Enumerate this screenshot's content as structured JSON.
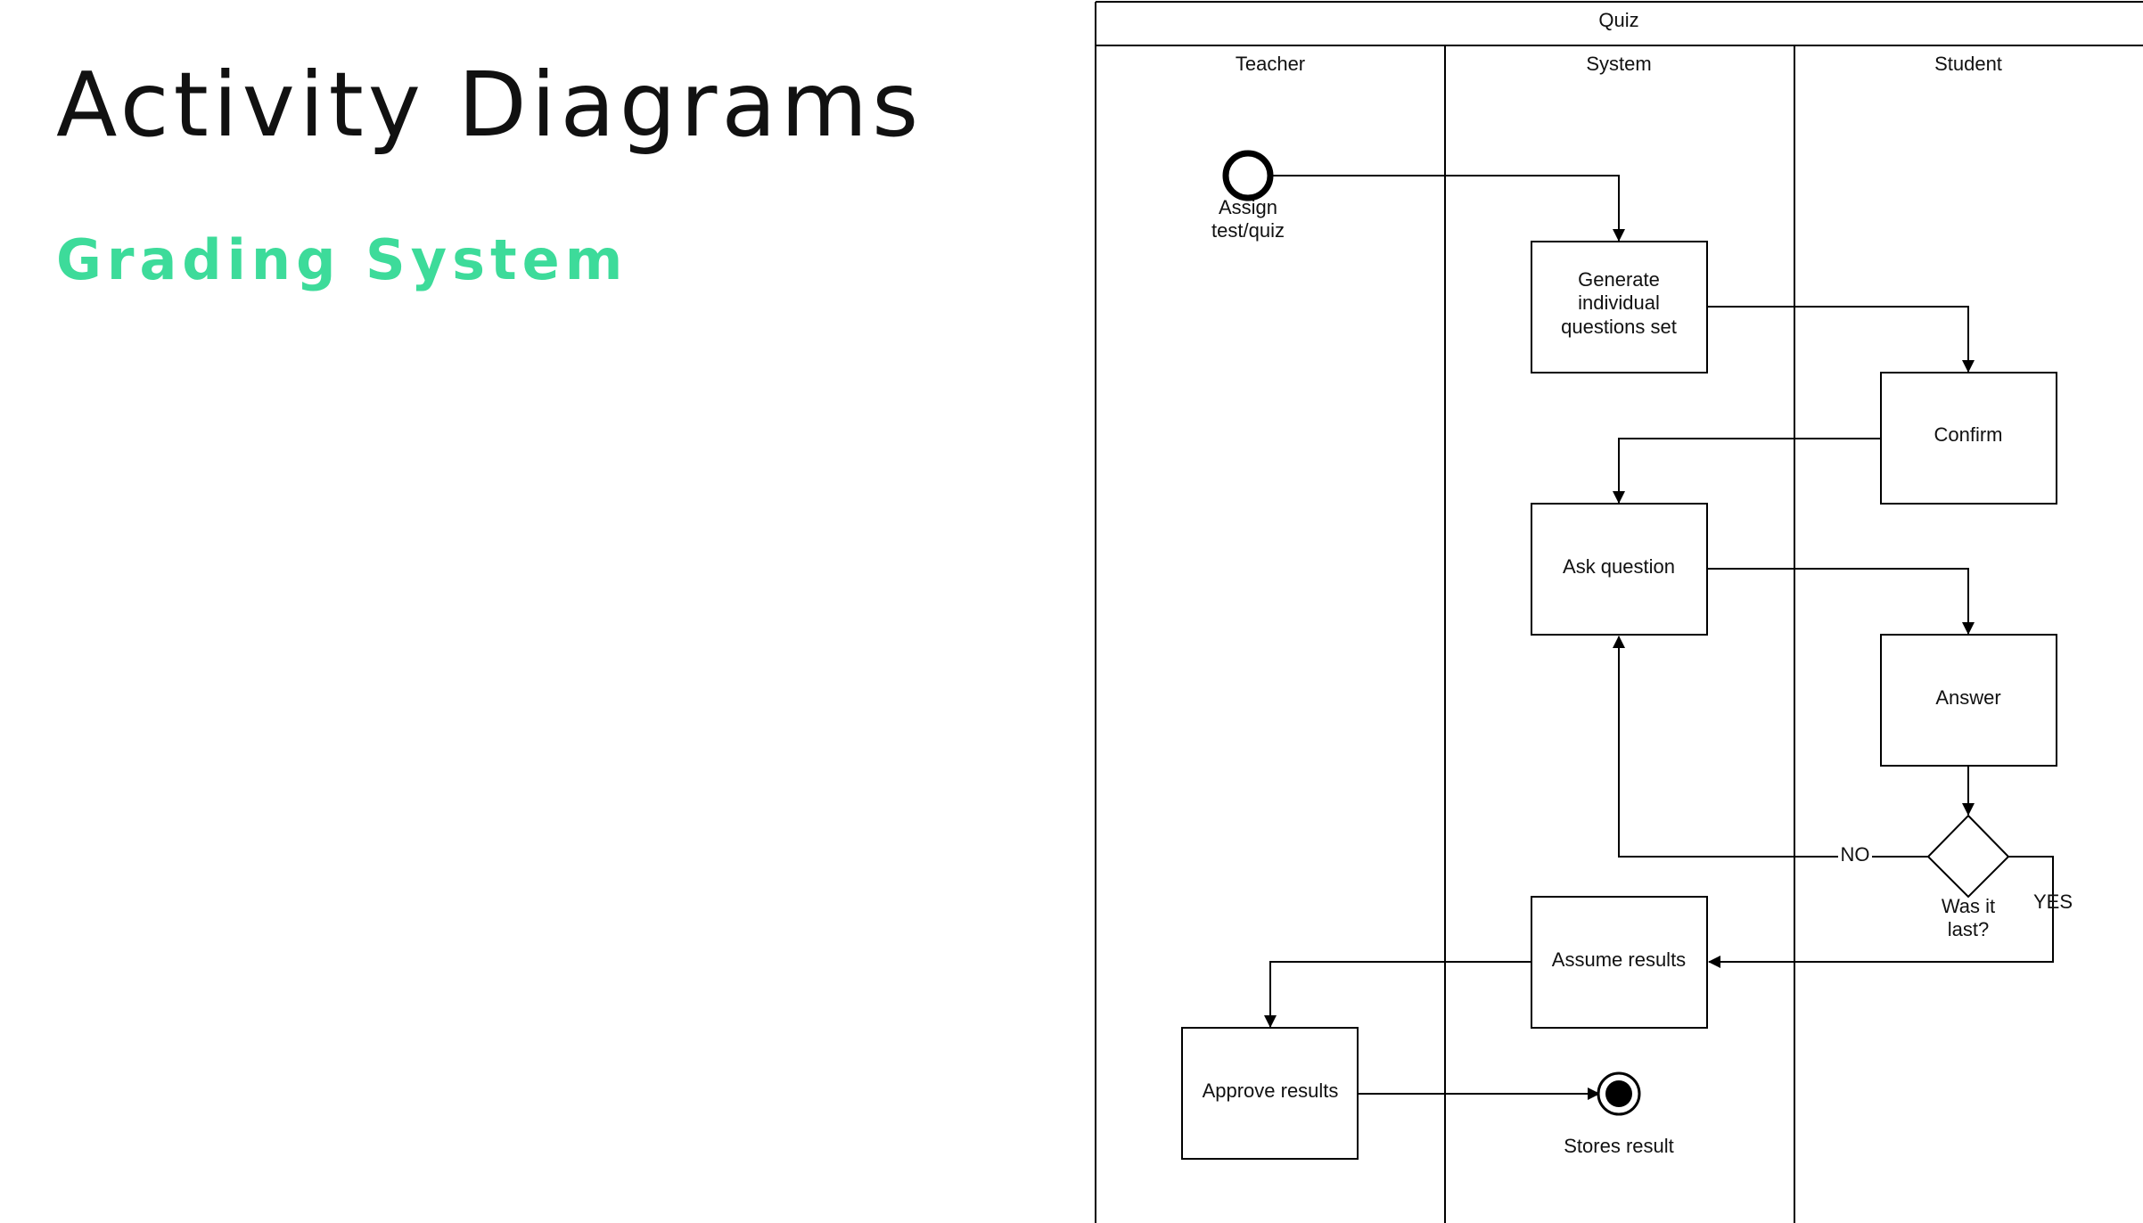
{
  "slide": {
    "title": "Activity Diagrams",
    "subtitle": "Grading System",
    "subtitle_color": "#3ddb9a"
  },
  "diagram": {
    "pool_title": "Quiz",
    "lanes": [
      "Teacher",
      "System",
      "Student"
    ],
    "start": {
      "label_line1": "Assign",
      "label_line2": "test/quiz"
    },
    "activities": {
      "generate": [
        "Generate",
        "individual",
        "questions set"
      ],
      "confirm": "Confirm",
      "ask": "Ask question",
      "answer": "Answer",
      "assume": "Assume results",
      "approve": "Approve results"
    },
    "decision": {
      "label_line1": "Was it",
      "label_line2": "last?",
      "no": "NO",
      "yes": "YES"
    },
    "end": {
      "label": "Stores result"
    }
  }
}
